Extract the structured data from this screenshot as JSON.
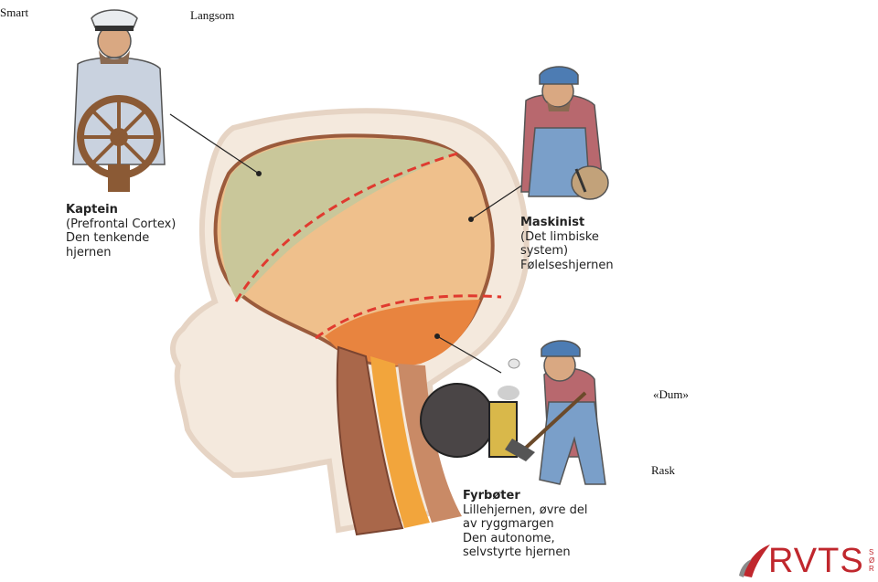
{
  "corners": {
    "top_left": "Smart",
    "top_center": "Langsom",
    "right_mid": "«Dum»",
    "right_low": "Rask"
  },
  "captain": {
    "title": "Kaptein",
    "line1": "(Prefrontal Cortex)",
    "line2": "Den tenkende",
    "line3": "hjernen"
  },
  "engineer": {
    "title": "Maskinist",
    "line1": "(Det limbiske",
    "line2": "system)",
    "line3": "Følelseshjernen"
  },
  "stoker": {
    "title": "Fyrbøter",
    "line1": "Lillehjernen, øvre del",
    "line2": "av ryggmargen",
    "line3": "Den autonome,",
    "line4": "selvstyrte hjernen"
  },
  "logo": {
    "text": "RVTS",
    "sub": "SØR"
  },
  "colors": {
    "cortex_green": "#c9c79a",
    "limbic_tan": "#efc08c",
    "cerebellum_orange": "#e8843f",
    "spine_brown": "#a9674a",
    "dashed_red": "#e03a2f",
    "brand_red": "#c0272d"
  }
}
